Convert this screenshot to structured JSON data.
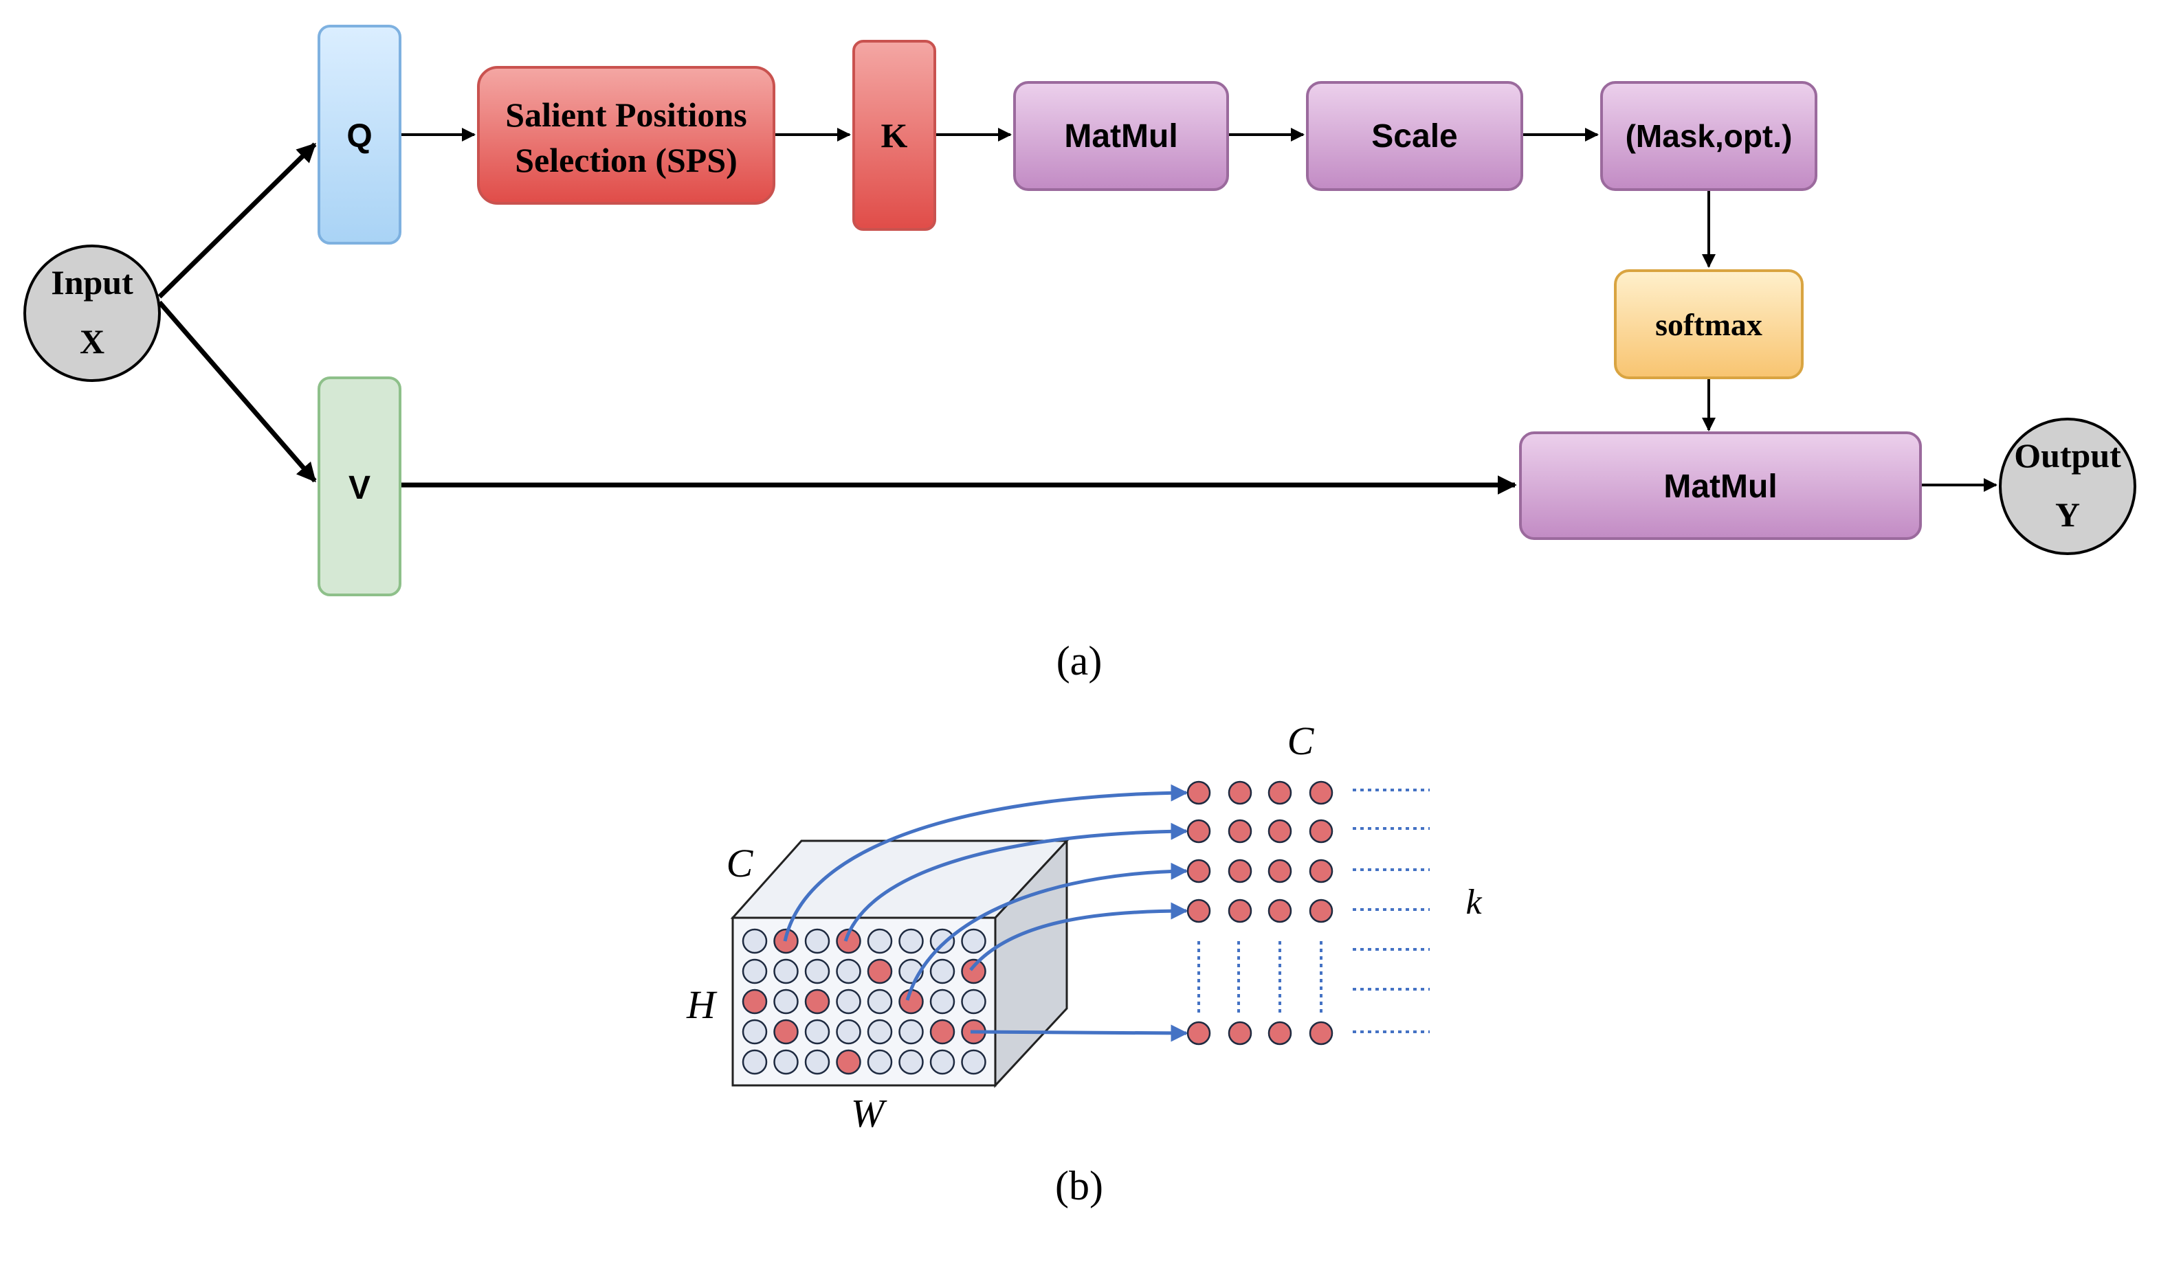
{
  "panel_a": {
    "caption": "(a)",
    "input_node": {
      "line1": "Input",
      "line2": "X"
    },
    "output_node": {
      "line1": "Output",
      "line2": "Y"
    },
    "q_label": "Q",
    "v_label": "V",
    "k_label": "K",
    "sps_line1": "Salient Positions",
    "sps_line2": "Selection (SPS)",
    "matmul1_label": "MatMul",
    "scale_label": "Scale",
    "mask_label": "(Mask,opt.)",
    "softmax_label": "softmax",
    "matmul2_label": "MatMul"
  },
  "panel_b": {
    "caption": "(b)",
    "cube_c_label": "C",
    "cube_h_label": "H",
    "cube_w_label": "W",
    "matrix_c_label": "C",
    "matrix_k_label": "k",
    "grid_rows": 5,
    "grid_cols": 8,
    "salient_cells": [
      [
        0,
        1
      ],
      [
        0,
        3
      ],
      [
        1,
        4
      ],
      [
        1,
        7
      ],
      [
        2,
        0
      ],
      [
        2,
        2
      ],
      [
        2,
        5
      ],
      [
        3,
        1
      ],
      [
        3,
        6
      ],
      [
        3,
        7
      ],
      [
        4,
        3
      ]
    ],
    "matrix_rows": 5,
    "matrix_cols": 4
  },
  "colors": {
    "q_fill_top": "#dbeeff",
    "q_fill_bottom": "#a9d3f5",
    "v_fill": "#d5e8d4",
    "red_top": "#f4a7a4",
    "red_bottom": "#e04c48",
    "purple_top": "#e8c6e8",
    "purple_bottom": "#c28bc4",
    "softmax_top": "#ffe6b3",
    "softmax_bottom": "#f8c470",
    "node_fill": "#d0d0d0",
    "salient_dot": "#e07072",
    "plain_dot": "#dde3ef",
    "arrow_blue": "#4472c4"
  }
}
